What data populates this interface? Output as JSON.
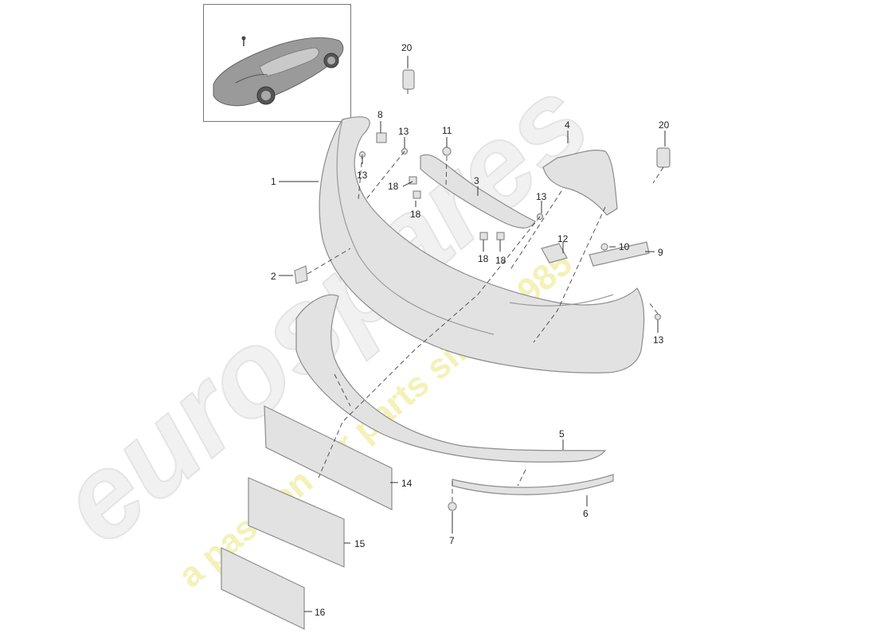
{
  "diagram": {
    "callouts": [
      "20",
      "8",
      "13",
      "11",
      "4",
      "20",
      "1",
      "13",
      "18",
      "3",
      "18",
      "13",
      "18",
      "18",
      "12",
      "10",
      "9",
      "2",
      "13",
      "5",
      "14",
      "6",
      "7",
      "15",
      "16"
    ]
  },
  "watermark": {
    "brand": "eurospares",
    "tagline": "a passion for parts since 1985"
  },
  "colors": {
    "part_fill": "#e3e3e3",
    "part_stroke": "#8a8a8a",
    "leader": "#333333",
    "watermark_gray": "#efefef",
    "watermark_yellow": "#f3f0b6"
  }
}
